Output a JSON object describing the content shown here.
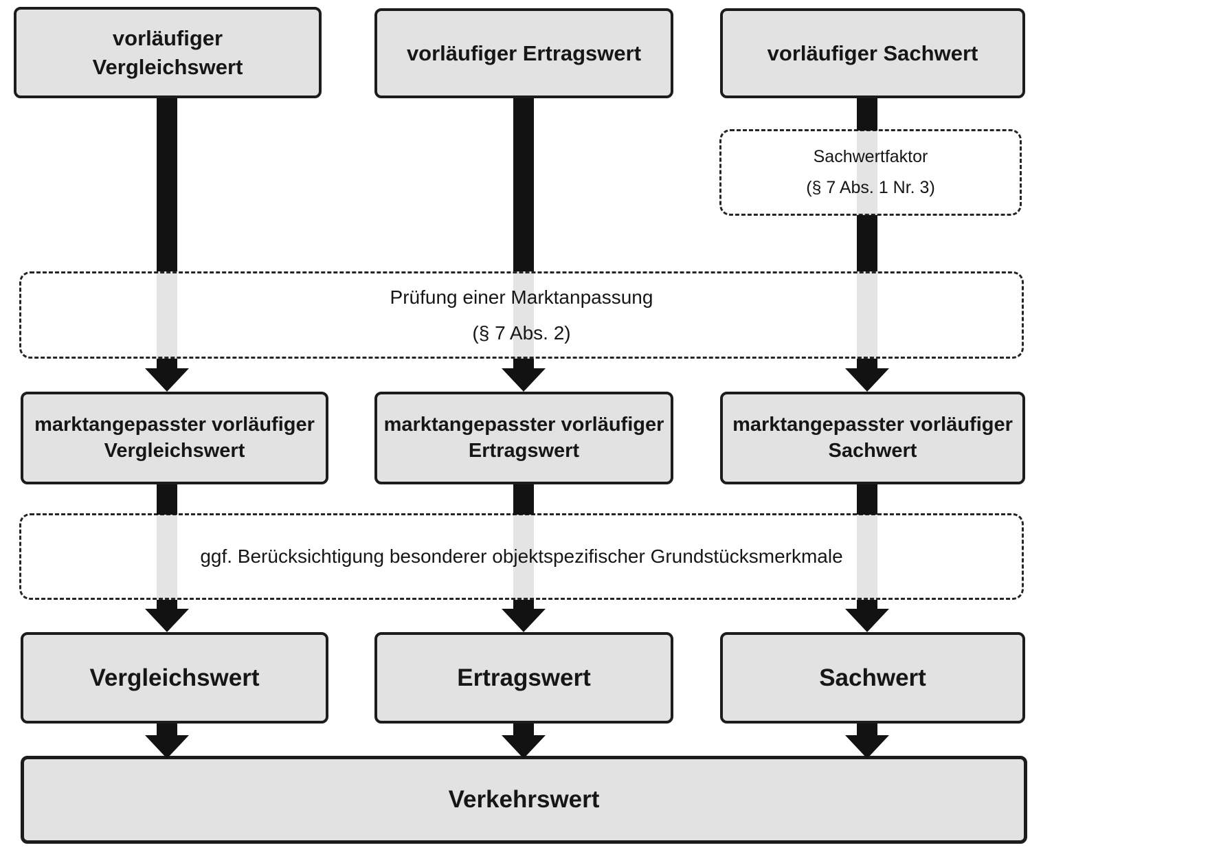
{
  "colors": {
    "background": "#ffffff",
    "box_fill": "#e2e2e2",
    "box_border": "#1c1c1c",
    "arrow": "#121212",
    "arrow_ghost": "#e4e4e4",
    "text": "#161616"
  },
  "boxes": {
    "preliminary": [
      {
        "label": "vorläufiger\nVergleichswert"
      },
      {
        "label": "vorläufiger Ertragswert"
      },
      {
        "label": "vorläufiger Sachwert"
      }
    ],
    "sachwertfaktor": {
      "line1": "Sachwertfaktor",
      "line2": "(§ 7 Abs. 1 Nr. 3)"
    },
    "market_check": {
      "line1": "Prüfung einer Marktanpassung",
      "line2": "(§ 7 Abs. 2)"
    },
    "market_adjusted": [
      {
        "label": "marktangepasster vorläufiger\nVergleichswert"
      },
      {
        "label": "marktangepasster vorläufiger\nErtragswert"
      },
      {
        "label": "marktangepasster vorläufiger\nSachwert"
      }
    ],
    "special_features": {
      "label": "ggf. Berücksichtigung besonderer objektspezifischer Grundstücksmerkmale"
    },
    "final": [
      {
        "label": "Vergleichswert"
      },
      {
        "label": "Ertragswert"
      },
      {
        "label": "Sachwert"
      }
    ],
    "result": {
      "label": "Verkehrswert"
    }
  }
}
